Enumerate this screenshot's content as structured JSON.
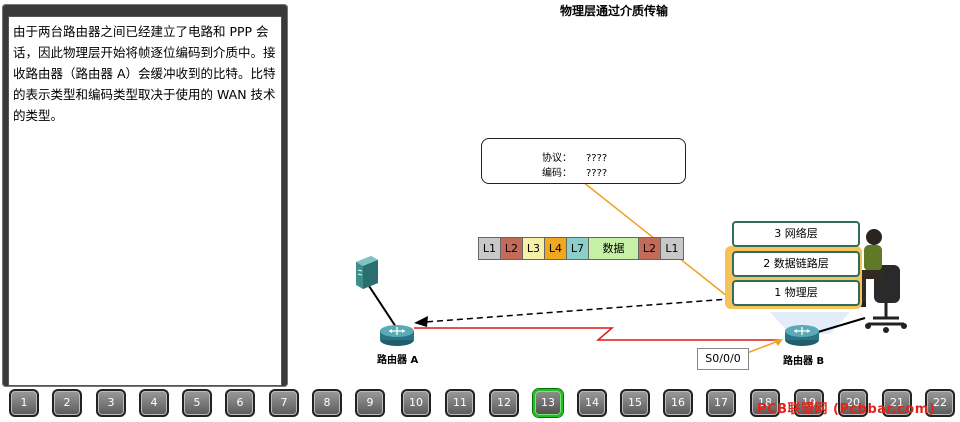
{
  "title": "物理层通过介质传输",
  "description": "由于两台路由器之间已经建立了电路和 PPP 会话，因此物理层开始将帧逐位编码到介质中。接收路由器（路由器 A）会缓冲收到的比特。比特的表示类型和编码类型取决于使用的 WAN 技术的类型。",
  "protocol_box": {
    "protocol_key": "协议：",
    "protocol_value": "????",
    "encoding_key": "编码：",
    "encoding_value": "????"
  },
  "frame": {
    "cells": [
      {
        "label": "L1",
        "color": "#c8c8c8"
      },
      {
        "label": "L2",
        "color": "#c46a58"
      },
      {
        "label": "L3",
        "color": "#f6f1a8"
      },
      {
        "label": "L4",
        "color": "#f0a820"
      },
      {
        "label": "L7",
        "color": "#8ccfc8"
      },
      {
        "label": "数据",
        "color": "#c6f0a6"
      },
      {
        "label": "L2",
        "color": "#c46a58"
      },
      {
        "label": "L1",
        "color": "#c8c8c8"
      }
    ]
  },
  "layers": {
    "network": "3 网络层",
    "datalink": "2 数据链路层",
    "physical": "1 物理层"
  },
  "devices": {
    "router_a": "路由器 A",
    "router_b": "路由器 B",
    "port": "S0/0/0"
  },
  "nav": {
    "buttons": [
      "1",
      "2",
      "3",
      "4",
      "5",
      "6",
      "7",
      "8",
      "9",
      "10",
      "11",
      "12",
      "13",
      "14",
      "15",
      "16",
      "17",
      "18",
      "19",
      "20",
      "21",
      "22"
    ],
    "active": "13"
  },
  "watermark": "PCB联盟网 (Pcbbar.com)",
  "colors": {
    "serial_link": "#e01818",
    "orange_pointer": "#f0a020",
    "active_border": "#1fc11f"
  }
}
